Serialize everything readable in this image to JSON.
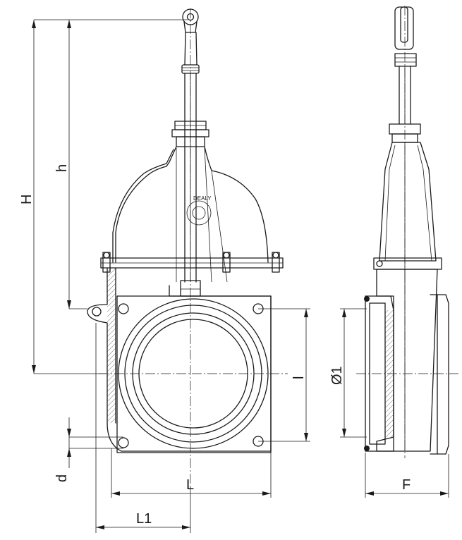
{
  "labels": {
    "H": "H",
    "h": "h",
    "L": "L",
    "L1": "L1",
    "d": "d",
    "l": "l",
    "phi1": "Ø1",
    "F": "F"
  },
  "logo_text": "DEALY"
}
